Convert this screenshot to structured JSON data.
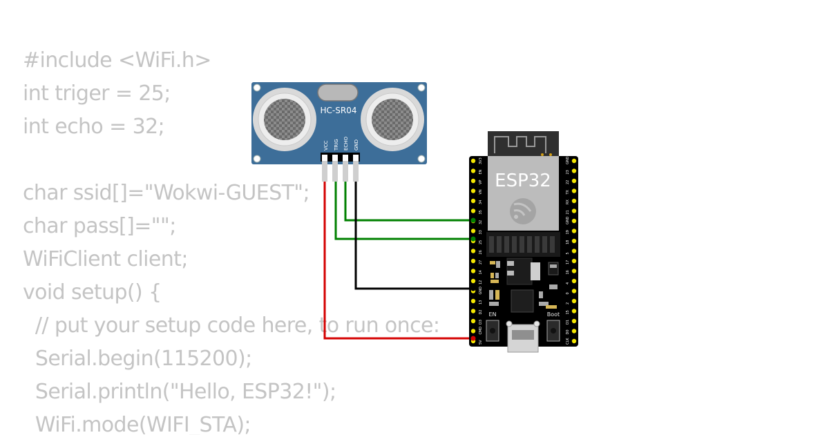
{
  "code_lines": [
    "#include <WiFi.h>",
    "int triger = 25;",
    "int echo = 32;",
    "",
    "char ssid[]=\"Wokwi-GUEST\";",
    "char pass[]=\"\";",
    "WiFiClient client;",
    "void setup() {",
    "  // put your setup code here, to run once:",
    "  Serial.begin(115200);",
    "  Serial.println(\"Hello, ESP32!\");",
    "  WiFi.mode(WIFI_STA);"
  ],
  "sensor": {
    "label": "HC-SR04",
    "pins": [
      "VCC",
      "TRIG",
      "ECHO",
      "GND"
    ],
    "color": "#3d6e99"
  },
  "board": {
    "label": "ESP32",
    "en_label": "EN",
    "boot_label": "Boot",
    "left_pins": [
      "3V3",
      "EN",
      "VP",
      "VN",
      "34",
      "35",
      "32",
      "33",
      "25",
      "26",
      "27",
      "14",
      "12",
      "GND",
      "13",
      "D2",
      "D3",
      "CMD",
      "5V"
    ],
    "right_pins": [
      "GND",
      "23",
      "22",
      "TX",
      "RX",
      "21",
      "GND",
      "19",
      "18",
      "5",
      "17",
      "16",
      "4",
      "0",
      "2",
      "15",
      "D1",
      "D0",
      "CLK"
    ]
  },
  "wire_colors": {
    "vcc": "#d40000",
    "trig": "#008000",
    "echo": "#008000",
    "gnd": "#000000"
  }
}
